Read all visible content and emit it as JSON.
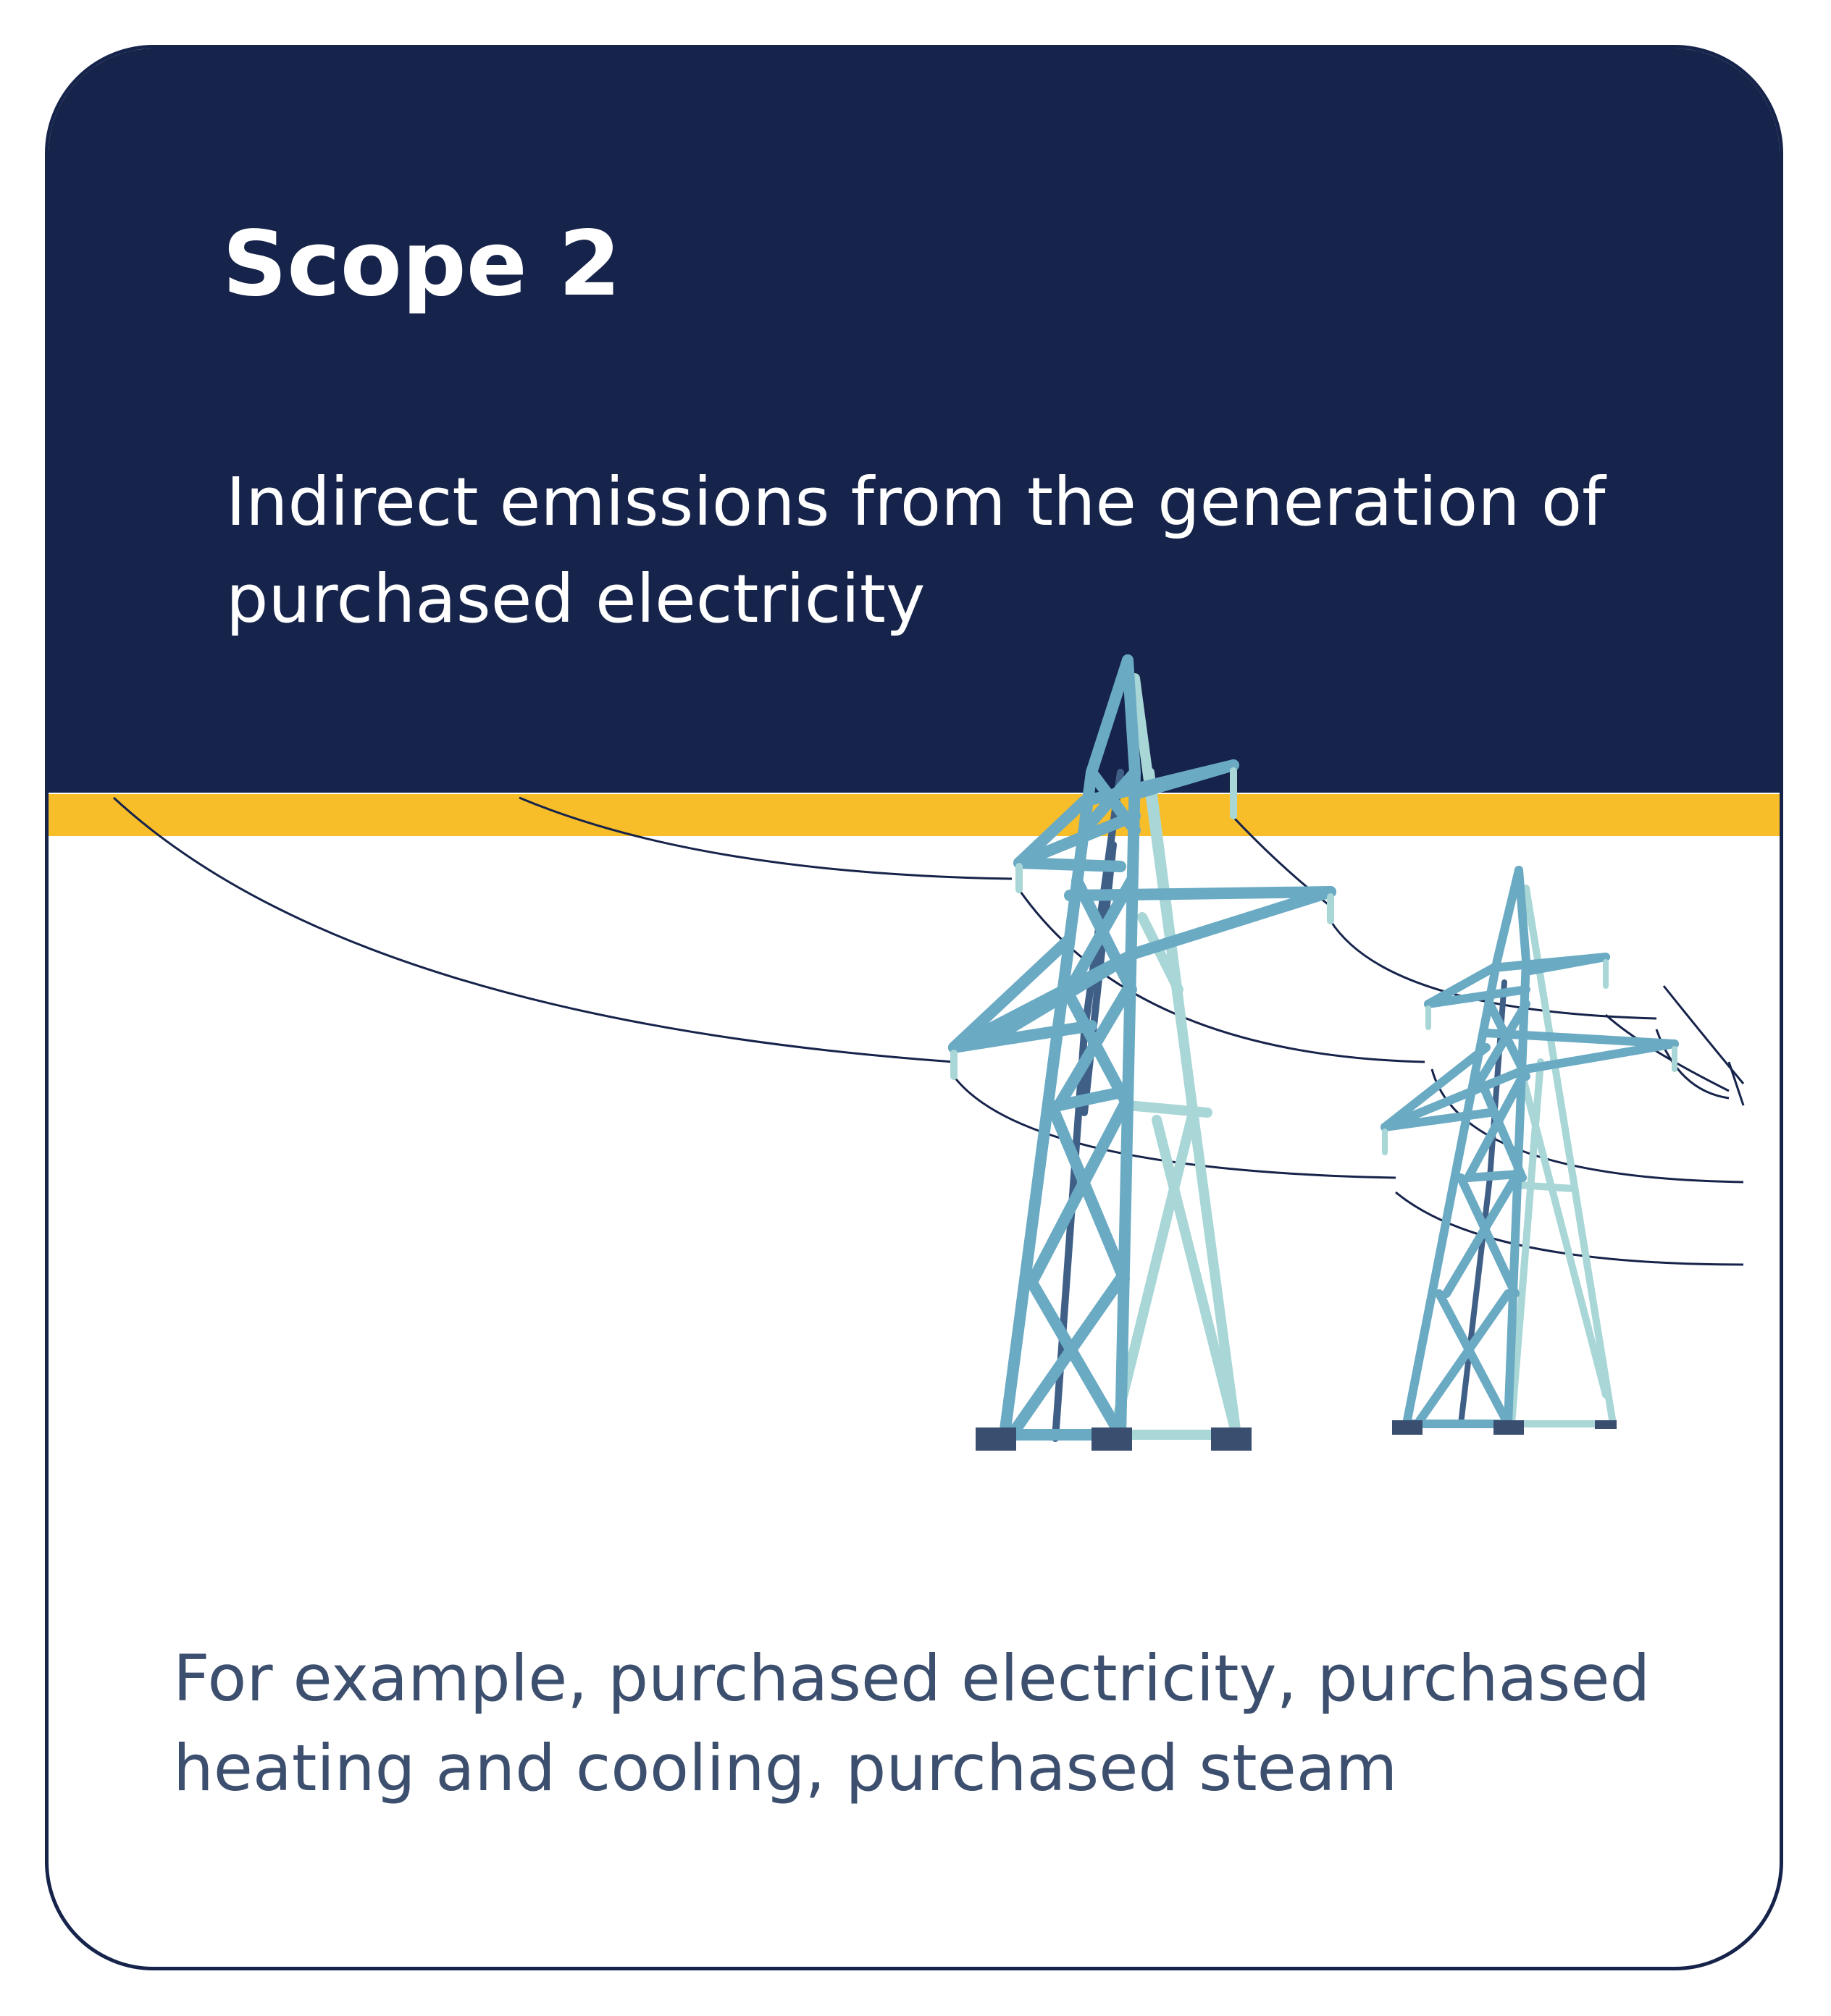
{
  "card": {
    "title": "Scope 2",
    "subtitle": "Indirect emissions from the generation of purchased electricity",
    "example": "For example, purchased electricity, purchased heating and cooling, purchased steam"
  },
  "illustration": {
    "subject": "electricity-pylons",
    "pylon_count": 2
  },
  "colors": {
    "header_bg": "#16234a",
    "accent_stripe": "#f7be2a",
    "pylon_front": "#6aaac3",
    "pylon_back": "#a9d6d6",
    "pylon_inner": "#3f5f87",
    "footing": "#3a4f70",
    "wire": "#16234a",
    "body_text": "#3d4f6e"
  }
}
